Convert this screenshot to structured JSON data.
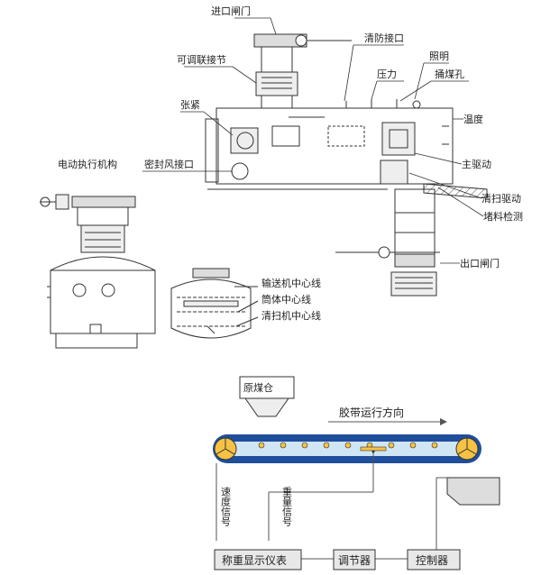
{
  "labels": {
    "inlet_gate": "进口闸门",
    "clean_port": "清防接口",
    "adjustable_joint": "可调联接节",
    "lighting": "照明",
    "pressure": "压力",
    "poke_hole": "捅煤孔",
    "tension": "张紧",
    "temperature": "温度",
    "electric_actuator": "电动执行机构",
    "seal_air_port": "密封风接口",
    "main_drive": "主驱动",
    "sweep_drive": "清扫驱动",
    "blockage_detect": "堵料检测",
    "outlet_gate": "出口闸门",
    "conveyor_centerline": "输送机中心线",
    "cylinder_centerline": "筒体中心线",
    "sweeper_centerline": "清扫机中心线"
  },
  "belt": {
    "bin": "原煤仓",
    "direction": "胶带运行方向",
    "speed_signal": "速度信号",
    "weight_signal": "重量信号",
    "display": "称重显示仪表",
    "regulator": "调节器",
    "controller": "控制器"
  }
}
